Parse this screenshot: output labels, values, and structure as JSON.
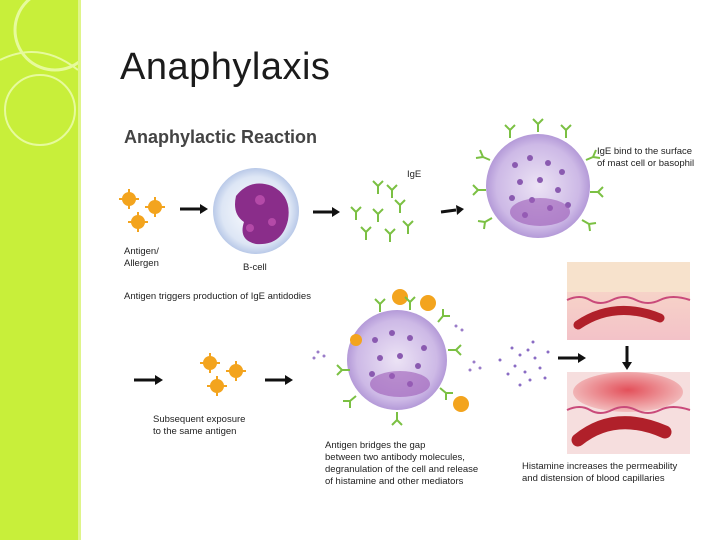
{
  "slide": {
    "title": "Anaphylaxis"
  },
  "figure": {
    "heading": "Anaphylactic Reaction",
    "labels": {
      "antigen_line1": "Antigen/",
      "antigen_line2": "Allergen",
      "bcell": "B-cell",
      "ige": "IgE",
      "ige_bind_line1": "IgE bind to the surface",
      "ige_bind_line2": "of mast cell or basophil",
      "antigen_triggers": "Antigen triggers production of IgE antidodies",
      "subsequent_line1": "Subsequent exposure",
      "subsequent_line2": "to the same antigen",
      "bridges_line1": "Antigen bridges the gap",
      "bridges_line2": "between two antibody molecules,",
      "bridges_line3": "degranulation of the cell and release",
      "bridges_line4": "of histamine and other mediators",
      "histamine_line1": "Histamine increases the permeability",
      "histamine_line2": "and distension of blood capillaries"
    }
  }
}
